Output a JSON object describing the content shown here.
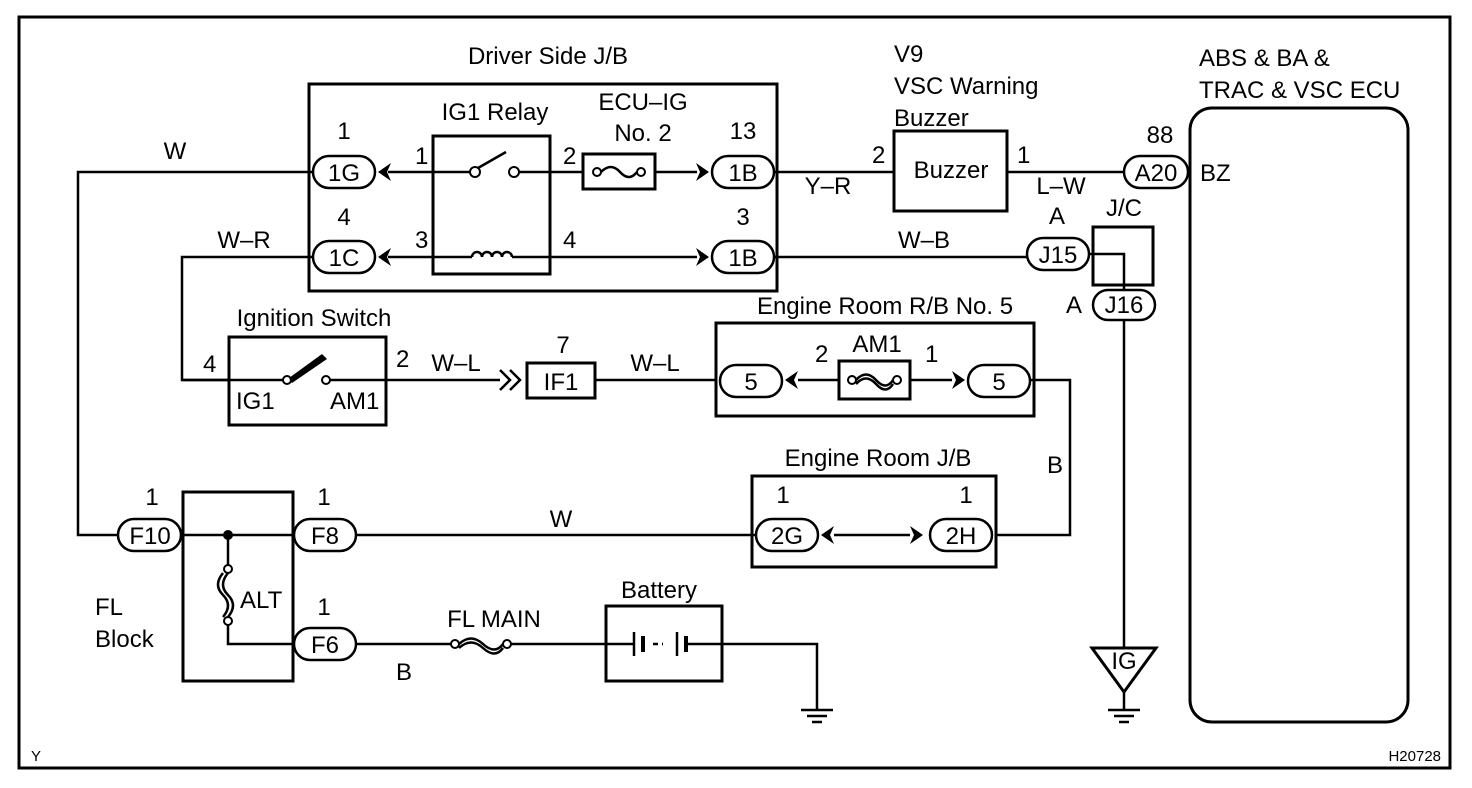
{
  "diagram": {
    "corner_left": "Y",
    "corner_right": "H20728",
    "components": {
      "driver_jb": "Driver Side J/B",
      "ig1_relay": "IG1 Relay",
      "ecu_ig_line1": "ECU–IG",
      "ecu_ig_line2": "No. 2",
      "v9_line1": "V9",
      "v9_line2": "VSC Warning",
      "v9_line3": "Buzzer",
      "buzzer": "Buzzer",
      "ecu_line1": "ABS & BA &",
      "ecu_line2": "TRAC & VSC ECU",
      "jc": "J/C",
      "ignition_switch": "Ignition Switch",
      "ig1": "IG1",
      "am1_sw": "AM1",
      "er_rb5": "Engine Room R/B No. 5",
      "am1_fuse": "AM1",
      "er_jb": "Engine Room J/B",
      "fl_block_line1": "FL",
      "fl_block_line2": "Block",
      "alt": "ALT",
      "fl_main": "FL MAIN",
      "battery": "Battery",
      "ig_ground": "IG"
    },
    "connectors": {
      "c_1g": "1G",
      "c_1c": "1C",
      "c_1b_top": "1B",
      "c_1b_bot": "1B",
      "c_a20": "A20",
      "c_j15": "J15",
      "c_j16": "J16",
      "c_if1": "IF1",
      "c_5_left": "5",
      "c_5_right": "5",
      "c_f10": "F10",
      "c_f8": "F8",
      "c_f6": "F6",
      "c_2g": "2G",
      "c_2h": "2H"
    },
    "pins": {
      "p_1g": "1",
      "p_1c": "4",
      "p_1b_top": "13",
      "p_1b_bot": "3",
      "p_relay_1": "1",
      "p_relay_2": "2",
      "p_relay_3": "3",
      "p_relay_4": "4",
      "p_buzzer_2": "2",
      "p_buzzer_1": "1",
      "p_a20": "88",
      "p_bz": "BZ",
      "p_j15": "A",
      "p_j16": "A",
      "p_sw_4": "4",
      "p_sw_2": "2",
      "p_if1": "7",
      "p_am1_2": "2",
      "p_am1_1": "1",
      "p_f10": "1",
      "p_f8": "1",
      "p_f6": "1",
      "p_2g": "1",
      "p_2h": "1"
    },
    "wires": {
      "w_top": "W",
      "w_yr": "Y–R",
      "w_lw": "L–W",
      "w_wr": "W–R",
      "w_wb": "W–B",
      "w_wl_1": "W–L",
      "w_wl_2": "W–L",
      "w_b_right": "B",
      "w_w_bottom": "W",
      "w_b_bottom": "B"
    }
  }
}
